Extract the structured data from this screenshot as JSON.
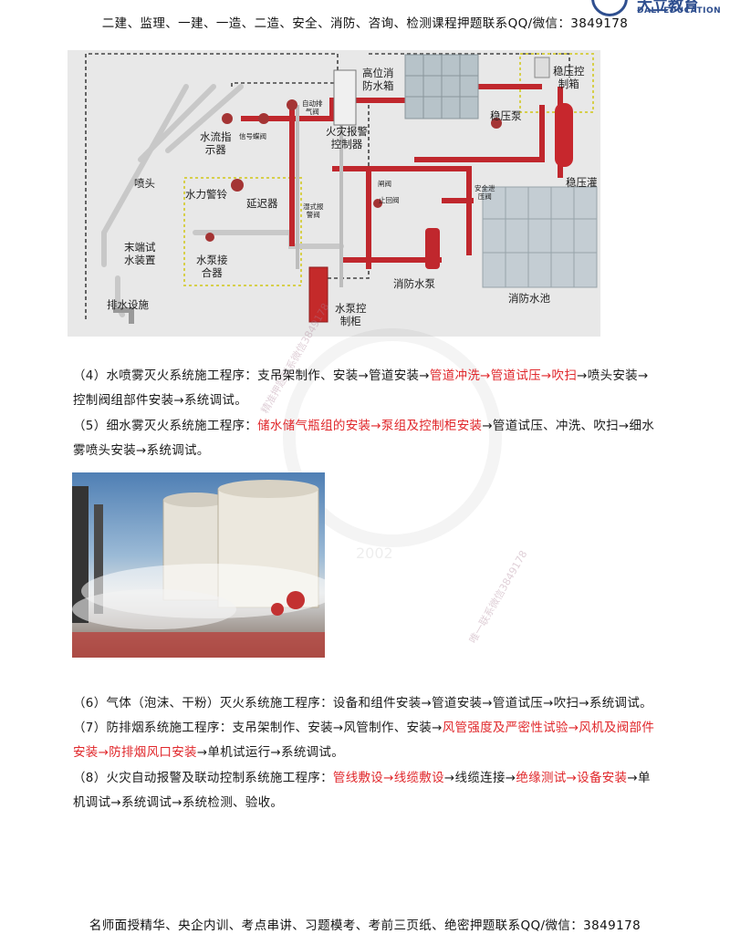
{
  "header": {
    "text": "二建、监理、一建、一造、二造、安全、消防、咨询、检测课程押题联系QQ/微信：3849178",
    "logo_cn": "大立教育",
    "logo_en": "DALI EDUCATION"
  },
  "diagram": {
    "labels": {
      "high_tank": "高位消\n防水箱",
      "pressure_box": "稳压控\n制箱",
      "auto_vent": "自动排\n气阀",
      "alarm_ctrl": "火灾报警\n控制器",
      "pressure_pump": "稳压泵",
      "pressure_tank": "稳压灌",
      "flow_indicator": "水流指\n示器",
      "signal_valve": "信号蝶阀",
      "sprinkler": "喷头",
      "water_bell": "水力警铃",
      "delay": "延迟器",
      "wet_alarm_valve": "湿式报\n警阀",
      "gate_valve": "闸阀",
      "check_valve": "止回阀",
      "relief_valve": "安全泄\n压阀",
      "end_test": "末端试\n水装置",
      "adapter": "水泵接\n合器",
      "fire_pump": "消防水泵",
      "pool": "消防水池",
      "drain": "排水设施",
      "pump_cabinet": "水泵控\n制柜"
    }
  },
  "paragraphs": {
    "p4": {
      "a": "（4）水喷雾灭火系统施工程序：支吊架制作、安装→管道安装→",
      "b": "管道冲洗→管道试压→吹扫",
      "c": "→喷头安装→控制阀组部件安装→系统调试。"
    },
    "p5": {
      "a": "（5）细水雾灭火系统施工程序：",
      "b": "储水储气瓶组的安装→泵组及控制柜安装",
      "c": "→管道试压、冲洗、吹扫→细水雾喷头安装→系统调试。"
    },
    "p6": "（6）气体（泡沫、干粉）灭火系统施工程序：设备和组件安装→管道安装→管道试压→吹扫→系统调试。",
    "p7": {
      "a": "（7）防排烟系统施工程序：支吊架制作、安装→风管制作、安装→",
      "b": "风管强度及严密性试验→风机及阀部件安装→防排烟风口安装",
      "c": "→单机试运行→系统调试。"
    },
    "p8": {
      "a": "（8）火灾自动报警及联动控制系统施工程序：",
      "b": "管线敷设→线缆敷设",
      "c": "→线缆连接→",
      "d": "绝缘测试→设备安装",
      "e": "→单机调试→系统调试→系统检测、验收。"
    }
  },
  "watermarks": {
    "w1": "精准押题联系微信3849178",
    "w2": "唯一联系微信3849178",
    "year": "2002"
  },
  "footer": {
    "text": "名师面授精华、央企内训、考点串讲、习题模考、考前三页纸、绝密押题联系QQ/微信：3849178"
  },
  "colors": {
    "highlight": "#e0262a",
    "pipe_red": "#c0272d",
    "brand": "#2f4f8f"
  }
}
